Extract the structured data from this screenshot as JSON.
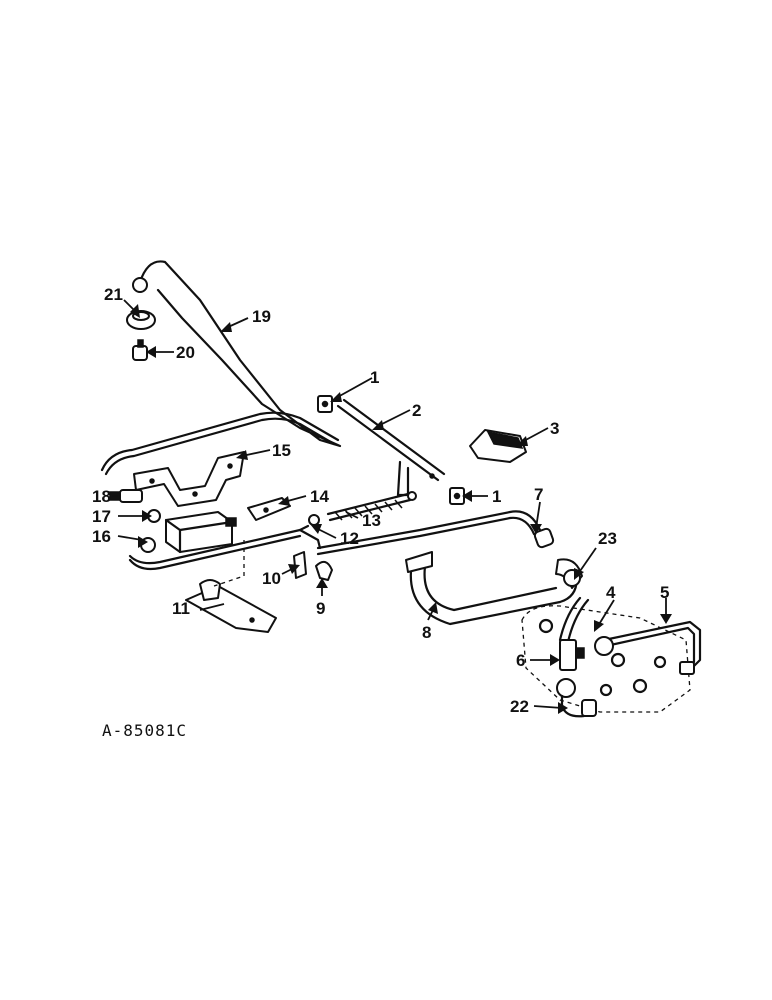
{
  "figure": {
    "reference": "A-85081C",
    "callouts": [
      "1",
      "1",
      "2",
      "3",
      "4",
      "5",
      "6",
      "7",
      "8",
      "9",
      "10",
      "11",
      "12",
      "13",
      "14",
      "15",
      "16",
      "17",
      "18",
      "19",
      "20",
      "21",
      "22",
      "23"
    ]
  }
}
